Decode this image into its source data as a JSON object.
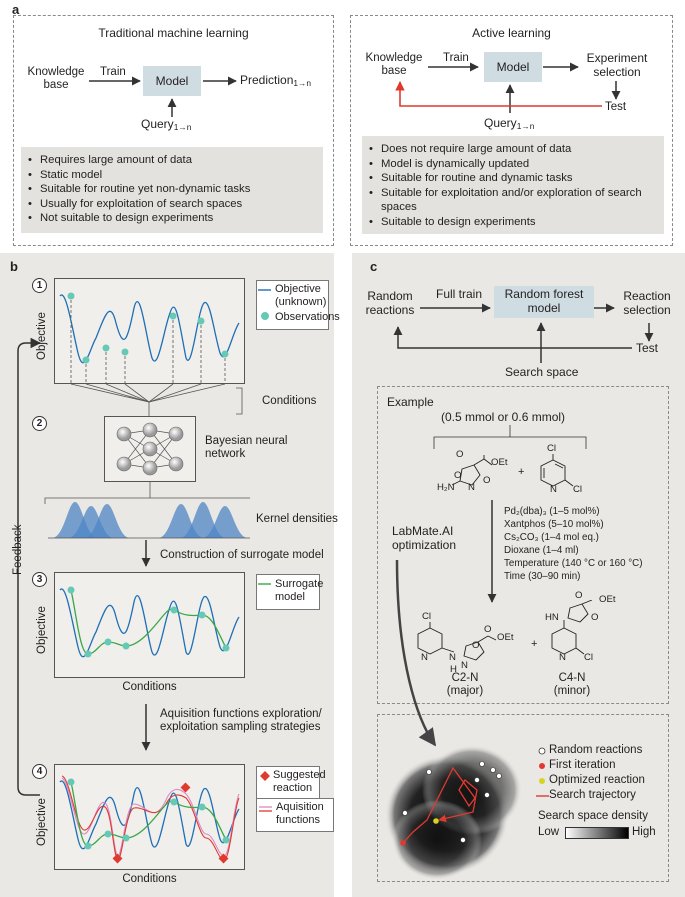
{
  "panel_a": {
    "letter": "a",
    "traditional": {
      "title": "Traditional machine learning",
      "knowledge_base_line1": "Knowledge",
      "knowledge_base_line2": "base",
      "train": "Train",
      "model": "Model",
      "prediction": "Prediction",
      "prediction_sub": "1→n",
      "query": "Query",
      "query_sub": "1→n",
      "bullets": [
        "Requires large amount of data",
        "Static model",
        "Suitable for routine yet non-dynamic tasks",
        "Usually for exploitation of search spaces",
        "Not suitable to design experiments"
      ]
    },
    "active": {
      "title": "Active learning",
      "knowledge_base_line1": "Knowledge",
      "knowledge_base_line2": "base",
      "train": "Train",
      "model": "Model",
      "experiment_line1": "Experiment",
      "experiment_line2": "selection",
      "test": "Test",
      "query": "Query",
      "query_sub": "1→n",
      "bullets": [
        "Does not require large amount of data",
        "Model is dynamically updated",
        "Suitable for routine and dynamic tasks",
        "Suitable for exploitation and/or exploration of search spaces",
        "Suitable to design experiments"
      ]
    }
  },
  "panel_b": {
    "letter": "b",
    "feedback": "Feedback",
    "step_numbers": [
      "1",
      "2",
      "3",
      "4"
    ],
    "objective_label": "Objective",
    "conditions_label": "Conditions",
    "legend1": {
      "line": "Objective",
      "line2": "(unknown)",
      "dots": "Observations"
    },
    "bnn_line1": "Bayesian neural",
    "bnn_line2": "network",
    "kernel": "Kernel densities",
    "surrogate_construction": "Construction of surrogate model",
    "legend3": {
      "line1": "Surrogate",
      "line2": "model"
    },
    "acq_line1": "Aquisition functions exploration/",
    "acq_line2": "exploitation sampling strategies",
    "legend4": {
      "diamond_line1": "Suggested",
      "diamond_line2": "reaction",
      "acq_line1": "Aquisition",
      "acq_line2": "functions"
    }
  },
  "panel_c": {
    "letter": "c",
    "random_line1": "Random",
    "random_line2": "reactions",
    "full_train": "Full train",
    "rf_line1": "Random forest",
    "rf_line2": "model",
    "reaction_line1": "Reaction",
    "reaction_line2": "selection",
    "test": "Test",
    "search_space": "Search space",
    "example": "Example",
    "amount": "(0.5 mmol or 0.6 mmol)",
    "labmate_line1": "LabMate.AI",
    "labmate_line2": "optimization",
    "conditions": [
      "Pd₂(dba)₃ (1–5 mol%)",
      "Xantphos (5–10 mol%)",
      "Cs₂CO₃ (1–4 mol eq.)",
      "Dioxane (1–4 ml)",
      "Temperature (140 °C or 160 °C)",
      "Time (30–90 min)"
    ],
    "c2n_line1": "C2-N",
    "c2n_line2": "(major)",
    "c4n_line1": "C4-N",
    "c4n_line2": "(minor)",
    "chem_labels": {
      "oet": "OEt",
      "o": "O",
      "n": "N",
      "h2n": "H₂N",
      "cl": "Cl",
      "plus": "+",
      "hn": "HN",
      "h": "H"
    },
    "legend": {
      "random": "Random reactions",
      "first": "First iteration",
      "optimized": "Optimized reaction",
      "trajectory": "Search trajectory",
      "density": "Search space density",
      "low": "Low",
      "high": "High"
    }
  },
  "colors": {
    "model_box": "#cfdde3",
    "grey_box": "#e4e2de",
    "objective_line": "#1f6fb5",
    "observation_dot": "#66c9b6",
    "surrogate_line": "#3aa845",
    "suggested_diamond": "#e03a2f",
    "acquisition_pink": "#d98ac4",
    "acquisition_red": "#e03a2f",
    "kernel_blue": "#4f86c6",
    "feedback_arrow": "#e03a2f"
  }
}
